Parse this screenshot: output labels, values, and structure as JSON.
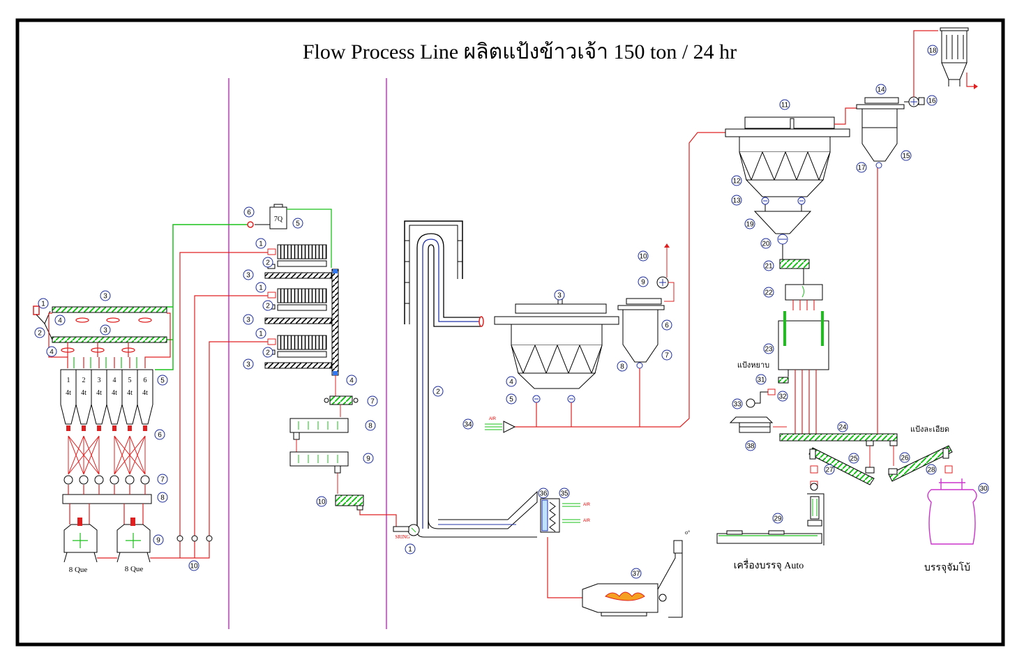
{
  "title": "Flow Process Line ผลิตแป้งข้าวเจ้า 150 ton / 24 hr",
  "colors": {
    "frame": "#000000",
    "red_line": "#e02020",
    "green_line": "#19c219",
    "divider": "#cc33cc",
    "blue_line": "#2233aa",
    "badge_ring": "#1a2a99"
  },
  "section1": {
    "tank_numbers": [
      "1",
      "2",
      "3",
      "4",
      "5",
      "6"
    ],
    "tank_capacity": "4t",
    "que_labels": [
      "8 Que",
      "8 Que"
    ],
    "badges": [
      "1",
      "2",
      "3",
      "4",
      "3",
      "4",
      "5",
      "6",
      "7",
      "8",
      "9",
      "10"
    ]
  },
  "section2": {
    "tank_label": "7Q",
    "badges": [
      "6",
      "5",
      "1",
      "2",
      "3",
      "1",
      "2",
      "3",
      "1",
      "2",
      "3",
      "4",
      "7",
      "8",
      "9",
      "10"
    ]
  },
  "section3": {
    "fan_label": "SRING",
    "air_labels": [
      "AIR",
      "AIR",
      "AIR"
    ],
    "badges": [
      "1",
      "2",
      "3",
      "4",
      "5",
      "6",
      "7",
      "8",
      "9",
      "10",
      "34",
      "35",
      "36",
      "37"
    ]
  },
  "section4": {
    "labels": {
      "coarse": "แป้งหยาบ",
      "fine": "แป้งละเอียด",
      "auto_pack": "เครื่องบรรจุ Auto",
      "jumbo_pack": "บรรจุจัมโบ้"
    },
    "badges": [
      "11",
      "12",
      "13",
      "14",
      "15",
      "16",
      "17",
      "18",
      "19",
      "20",
      "21",
      "22",
      "23",
      "24",
      "25",
      "26",
      "27",
      "28",
      "29",
      "30",
      "31",
      "32",
      "33",
      "38"
    ]
  }
}
